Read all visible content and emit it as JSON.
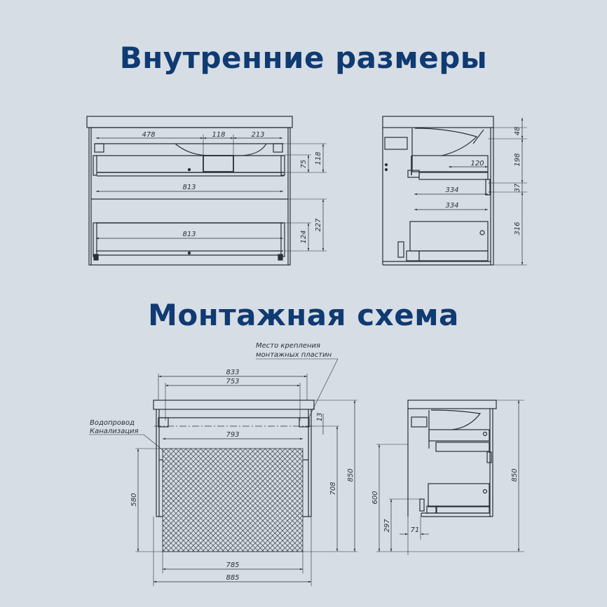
{
  "colors": {
    "background": "#d7dde4",
    "title": "#0f3a72",
    "line": "#2a2f36"
  },
  "section1": {
    "title": "Внутренние размеры",
    "front_view": {
      "dims": {
        "top_left": "478",
        "top_mid": "118",
        "top_right": "213",
        "upper_width": "813",
        "lower_width": "813",
        "siphon_height": "75",
        "upper_drawer_height": "118",
        "lower_drawer_inner": "124",
        "lower_drawer_height": "227"
      }
    },
    "side_view": {
      "dims": {
        "upper_depth_small": "120",
        "upper_depth": "334",
        "lower_depth": "334",
        "top_gap": "48",
        "upper_height": "198",
        "middle_gap": "37",
        "lower_height": "316"
      }
    }
  },
  "section2": {
    "title": "Монтажная схема",
    "notes": {
      "mount_line1": "Место крепления",
      "mount_line2": "монтажных пластин",
      "pipe_line1": "Водопровод",
      "pipe_line2": "Канализация"
    },
    "front_view": {
      "dims": {
        "top_width": "833",
        "mount_width": "753",
        "inner_width": "793",
        "zone_width": "785",
        "total_width": "885",
        "mount_offset": "13",
        "pipe_height": "580",
        "mount_height": "708",
        "total_height": "850"
      }
    },
    "side_view": {
      "dims": {
        "pipe_height": "600",
        "drain_height": "297",
        "wall_offset": "71",
        "total_height": "850"
      }
    }
  }
}
